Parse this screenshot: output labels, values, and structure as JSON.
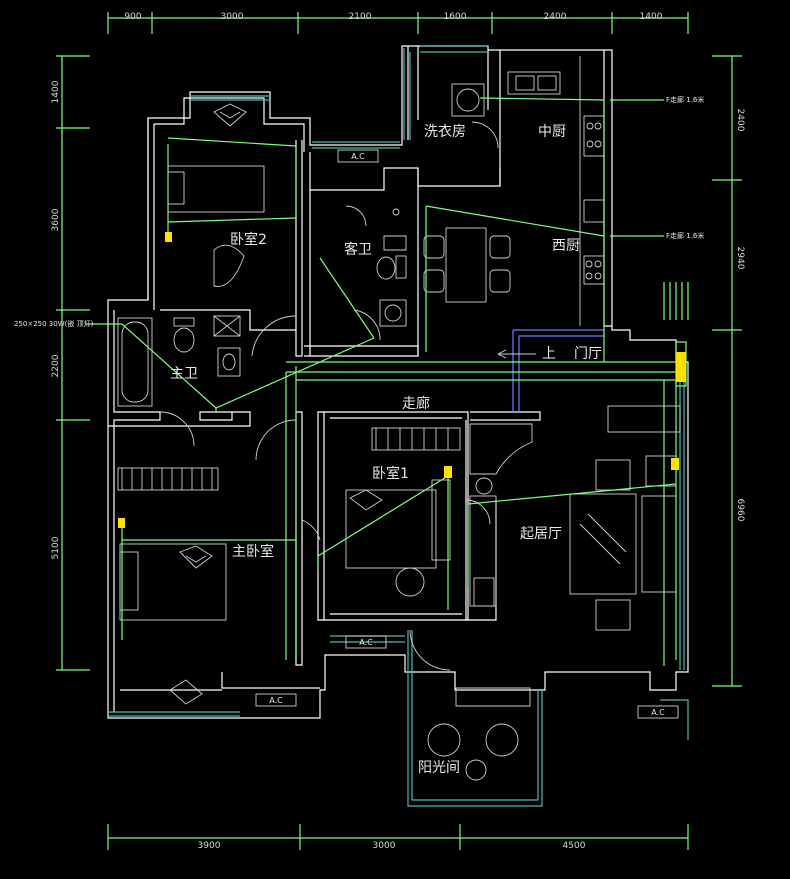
{
  "dimensions": {
    "top": [
      "900",
      "3000",
      "2100",
      "1600",
      "2400",
      "1400"
    ],
    "bottom": [
      "3900",
      "3000",
      "4500"
    ],
    "left": [
      "1400",
      "3600",
      "2200",
      "5100"
    ],
    "right": [
      "2400",
      "2940",
      "6960"
    ]
  },
  "rooms": {
    "laundry": "洗衣房",
    "chinese_kitchen": "中厨",
    "bedroom2": "卧室2",
    "guest_bath": "客卫",
    "western_kitchen": "西厨",
    "master_bath": "主卫",
    "foyer": "门厅",
    "corridor": "走廊",
    "bedroom1": "卧室1",
    "living": "起居厅",
    "master_bedroom": "主卧室",
    "sunroom": "阳光间"
  },
  "labels": {
    "up": "上",
    "ac": "A.C",
    "note_kitchen1": "F走廊 1.6米",
    "note_kitchen2": "F走廊 1.6米",
    "note_bath": "250×250 30W(嵌 顶灯)"
  },
  "colors": {
    "wall": "#ffffff",
    "window": "#4fb7b5",
    "wiring": "#7cff7c",
    "fixture": "#ffe000",
    "background": "#000000"
  }
}
